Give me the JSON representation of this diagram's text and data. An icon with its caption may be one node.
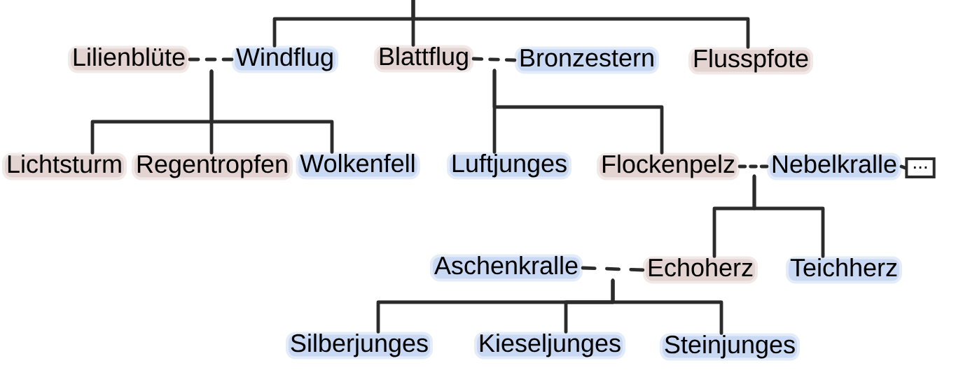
{
  "diagram": {
    "nodes": [
      {
        "text": [
          "Lilienblüte"
        ]
      },
      {
        "text": [
          "Windflug"
        ]
      },
      {
        "text": [
          "Blattflug"
        ]
      },
      {
        "text": [
          "Bronzestern"
        ]
      },
      {
        "text": [
          "Flusspfote"
        ]
      },
      {
        "text": [
          "Lichtsturm"
        ]
      },
      {
        "text": [
          "Regentropfen"
        ]
      },
      {
        "text": [
          "Wolkenfell"
        ]
      },
      {
        "text": [
          "Luftjunges"
        ]
      },
      {
        "text": [
          "Flockenpelz"
        ]
      },
      {
        "text": [
          "Nebelkralle"
        ]
      },
      {
        "text": [
          "..."
        ]
      },
      {
        "text": [
          "Aschenkralle"
        ]
      },
      {
        "text": [
          "Echoherz"
        ]
      },
      {
        "text": [
          "Teichherz"
        ]
      },
      {
        "text": [
          "Silberjunges"
        ]
      },
      {
        "text": [
          "Kieseljunges"
        ]
      },
      {
        "text": [
          "Steinjunges"
        ]
      }
    ],
    "edges": [
      {
        "from": null,
        "to": 1,
        "arrow": "none"
      },
      {
        "from": null,
        "to": 2,
        "arrow": "none"
      },
      {
        "from": null,
        "to": 4,
        "arrow": "none"
      },
      {
        "from": 0,
        "to": 1,
        "arrow": "none",
        "style": "dashed"
      },
      {
        "from": null,
        "to": 5,
        "arrow": "none"
      },
      {
        "from": null,
        "to": 6,
        "arrow": "none"
      },
      {
        "from": null,
        "to": 7,
        "arrow": "none"
      },
      {
        "from": 2,
        "to": 3,
        "arrow": "none",
        "style": "dashed"
      },
      {
        "from": null,
        "to": 8,
        "arrow": "none"
      },
      {
        "from": null,
        "to": 9,
        "arrow": "none"
      },
      {
        "from": 9,
        "to": 10,
        "arrow": "none",
        "style": "dashed"
      },
      {
        "from": 10,
        "to": 11,
        "arrow": "none"
      },
      {
        "from": null,
        "to": 13,
        "arrow": "none"
      },
      {
        "from": null,
        "to": 14,
        "arrow": "none"
      },
      {
        "from": 12,
        "to": 13,
        "arrow": "none",
        "style": "dashed"
      },
      {
        "from": null,
        "to": 15,
        "arrow": "none"
      },
      {
        "from": null,
        "to": 16,
        "arrow": "none"
      },
      {
        "from": null,
        "to": 17,
        "arrow": "none"
      }
    ]
  }
}
